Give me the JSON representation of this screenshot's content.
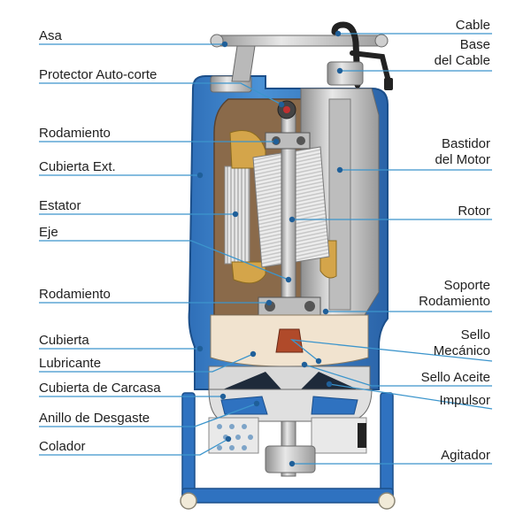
{
  "labels_left": [
    {
      "id": "asa",
      "text": "Asa"
    },
    {
      "id": "protector",
      "text": "Protector Auto-corte"
    },
    {
      "id": "rodamiento-sup",
      "text": "Rodamiento"
    },
    {
      "id": "cubierta-ext",
      "text": "Cubierta Ext."
    },
    {
      "id": "estator",
      "text": "Estator"
    },
    {
      "id": "eje",
      "text": "Eje"
    },
    {
      "id": "rodamiento-inf",
      "text": "Rodamiento"
    },
    {
      "id": "cubierta",
      "text": "Cubierta"
    },
    {
      "id": "lubricante",
      "text": "Lubricante"
    },
    {
      "id": "cubierta-carcasa",
      "text": "Cubierta de Carcasa"
    },
    {
      "id": "anillo",
      "text": "Anillo de Desgaste"
    },
    {
      "id": "colador",
      "text": "Colador"
    }
  ],
  "labels_right": [
    {
      "id": "cable",
      "lines": [
        "Cable"
      ]
    },
    {
      "id": "base-cable",
      "lines": [
        "Base",
        "del Cable"
      ]
    },
    {
      "id": "bastidor",
      "lines": [
        "Bastidor",
        "del Motor"
      ]
    },
    {
      "id": "rotor",
      "lines": [
        "Rotor"
      ]
    },
    {
      "id": "soporte",
      "lines": [
        "Soporte",
        "Rodamiento"
      ]
    },
    {
      "id": "sello-mecanico",
      "lines": [
        "Sello",
        "Mecánico"
      ]
    },
    {
      "id": "sello-aceite",
      "lines": [
        "Sello Aceite"
      ]
    },
    {
      "id": "impulsor",
      "lines": [
        "Impulsor"
      ]
    },
    {
      "id": "agitador",
      "lines": [
        "Agitador"
      ]
    }
  ],
  "colors": {
    "leader": "#3c95cc",
    "dot": "#1f5f99",
    "casing_blue": "#3c82c8",
    "casing_dark": "#1c4f8a",
    "motor_brown": "#8a6a4a",
    "metal_light": "#d9d9d9",
    "metal_mid": "#a8a8a8",
    "copper": "#d4a54a"
  }
}
